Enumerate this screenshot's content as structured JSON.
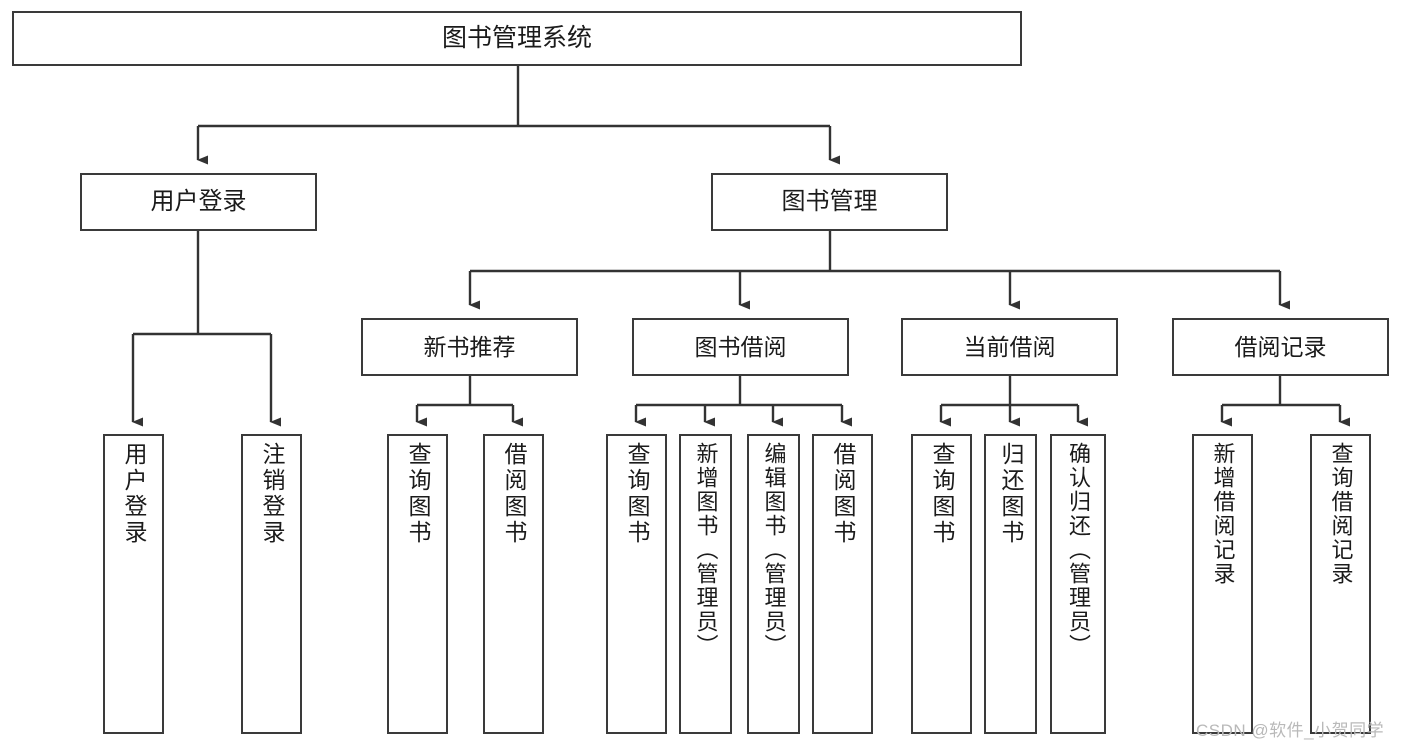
{
  "diagram": {
    "type": "tree",
    "title": "图书管理系统",
    "orientation": "top-down",
    "colors": {
      "box_border": "#3a3a3a",
      "box_fill": "#ffffff",
      "edge": "#333333",
      "text": "#1b1b1b",
      "watermark": "#b9b9b9",
      "background": "#ffffff"
    },
    "root": {
      "label": "图书管理系统"
    },
    "level2": [
      {
        "id": "user-login",
        "label": "用户登录"
      },
      {
        "id": "book-manage",
        "label": "图书管理"
      }
    ],
    "level3": [
      {
        "id": "new-book-rec",
        "label": "新书推荐"
      },
      {
        "id": "book-borrow",
        "label": "图书借阅"
      },
      {
        "id": "current-borrow",
        "label": "当前借阅"
      },
      {
        "id": "borrow-record",
        "label": "借阅记录"
      }
    ],
    "leaves": [
      {
        "id": "leaf-user-login",
        "parent": "user-login",
        "label": "用户登录"
      },
      {
        "id": "leaf-logout",
        "parent": "user-login",
        "label": "注销登录"
      },
      {
        "id": "leaf-query-book-1",
        "parent": "new-book-rec",
        "label": "查询图书"
      },
      {
        "id": "leaf-borrow-book-1",
        "parent": "new-book-rec",
        "label": "借阅图书"
      },
      {
        "id": "leaf-query-book-2",
        "parent": "book-borrow",
        "label": "查询图书"
      },
      {
        "id": "leaf-add-book",
        "parent": "book-borrow",
        "label": "新增图书（管理员）"
      },
      {
        "id": "leaf-edit-book",
        "parent": "book-borrow",
        "label": "编辑图书（管理员）"
      },
      {
        "id": "leaf-borrow-book-2",
        "parent": "book-borrow",
        "label": "借阅图书"
      },
      {
        "id": "leaf-query-book-3",
        "parent": "current-borrow",
        "label": "查询图书"
      },
      {
        "id": "leaf-return-book",
        "parent": "current-borrow",
        "label": "归还图书"
      },
      {
        "id": "leaf-confirm-return",
        "parent": "current-borrow",
        "label": "确认归还（管理员）"
      },
      {
        "id": "leaf-add-record",
        "parent": "borrow-record",
        "label": "新增借阅记录"
      },
      {
        "id": "leaf-query-record",
        "parent": "borrow-record",
        "label": "查询借阅记录"
      }
    ]
  },
  "watermark": {
    "text": "CSDN @软件_小贺同学"
  }
}
